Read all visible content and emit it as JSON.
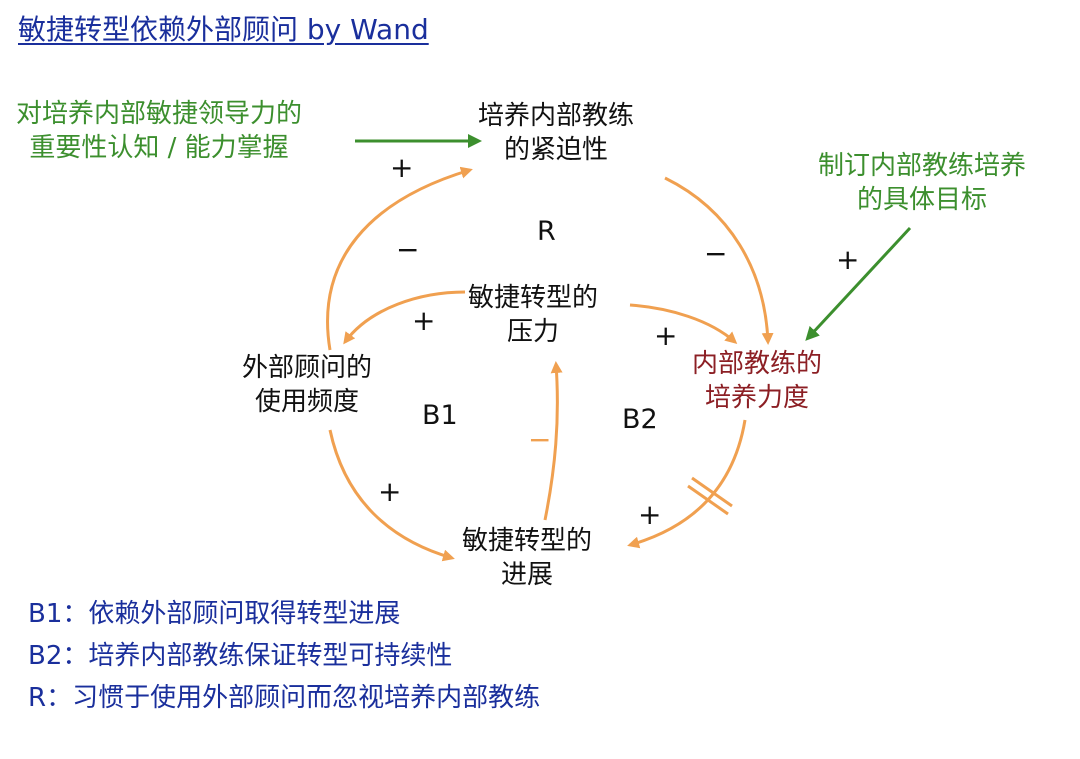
{
  "title": "敏捷转型依赖外部顾问 by Wand",
  "nodes": {
    "urgency": [
      "培养内部教练",
      "的紧迫性"
    ],
    "pressure": [
      "敏捷转型的",
      "压力"
    ],
    "consultant_freq": [
      "外部顾问的",
      "使用频度"
    ],
    "coach_effort": [
      "内部教练的",
      "培养力度"
    ],
    "progress": [
      "敏捷转型的",
      "进展"
    ]
  },
  "external": {
    "awareness": [
      "对培养内部敏捷领导力的",
      "重要性认知 / 能力掌握"
    ],
    "goals": [
      "制订内部教练培养",
      "的具体目标"
    ]
  },
  "signs": {
    "awareness_to_urgency": "+",
    "freq_to_urgency": "−",
    "urgency_to_effort": "−",
    "goals_to_effort": "+",
    "pressure_to_freq": "+",
    "pressure_to_effort": "+",
    "freq_to_progress": "+",
    "effort_to_progress": "+",
    "progress_to_pressure": "−"
  },
  "loops": {
    "R": "R",
    "B1": "B1",
    "B2": "B2"
  },
  "legend": [
    "B1：依赖外部顾问取得转型进展",
    "B2：培养内部教练保证转型可持续性",
    "R：习惯于使用外部顾问而忽视培养内部教练"
  ],
  "colors": {
    "title": "#1a2f9c",
    "arrow_orange": "#f0a050",
    "arrow_green": "#3c8f2e",
    "external_text": "#3c8f2e",
    "coach_node_text": "#8c1f24",
    "legend_text": "#1a2f9c"
  }
}
